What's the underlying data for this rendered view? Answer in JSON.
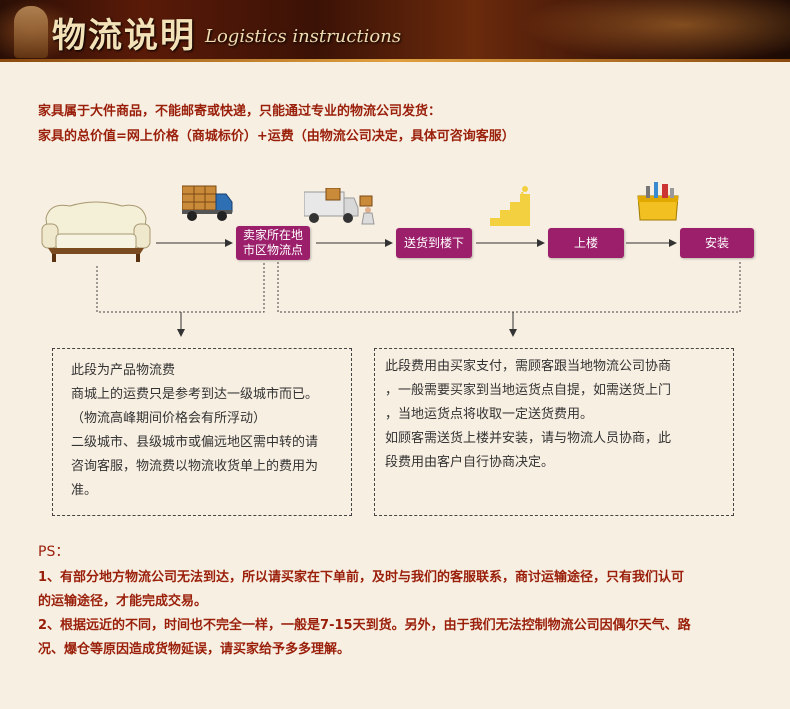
{
  "banner": {
    "title_cn": "物流说明",
    "title_en": "Logistics instructions"
  },
  "intro": {
    "line1": "家具属于大件商品，不能邮寄或快递，只能通过专业的物流公司发货：",
    "line2": "家具的总价值=网上价格（商城标价）+运费（由物流公司决定，具体可咨询客服）"
  },
  "flow": {
    "step1_line1": "卖家所在地",
    "step1_line2": "市区物流点",
    "step2": "送货到楼下",
    "step3": "上楼",
    "step4": "安装"
  },
  "info_left": {
    "lines": [
      "此段为产品物流费",
      "商城上的运费只是参考到达一级城市而已。",
      "（物流高峰期间价格会有所浮动）",
      "二级城市、县级城市或偏远地区需中转的请",
      "咨询客服，物流费以物流收货单上的费用为",
      "准。"
    ]
  },
  "info_right": {
    "lines": [
      "此段费用由买家支付，需顾客跟当地物流公司协商",
      "，一般需要买家到当地运货点自提，如需送货上门",
      "，当地运货点将收取一定送货费用。",
      "如顾客需送货上楼并安装，请与物流人员协商，此",
      "段费用由客户自行协商决定。"
    ]
  },
  "ps": {
    "title": "PS：",
    "item1_line1": "1、有部分地方物流公司无法到达，所以请买家在下单前，及时与我们的客服联系，商讨运输途径，只有我们认可",
    "item1_line2": "的运输途径，才能完成交易。",
    "item2_line1": "2、根据远近的不同，时间也不完全一样，一般是7-15天到货。另外，由于我们无法控制物流公司因偶尔天气、路",
    "item2_line2": "况、爆仓等原因造成货物延误，请买家给予多多理解。"
  },
  "colors": {
    "accent_text": "#9a1f0a",
    "step_box": "#9c1f6b",
    "background": "#f7efe2"
  },
  "icons": [
    "sofa-icon",
    "truck-icon",
    "delivery-van-icon",
    "stairs-icon",
    "toolbox-icon"
  ]
}
